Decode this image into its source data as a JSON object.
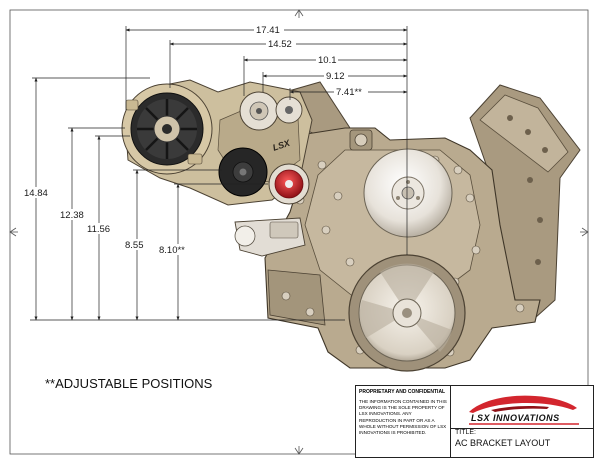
{
  "dimensions": {
    "horizontal": [
      "17.41",
      "14.52",
      "10.1",
      "9.12",
      "7.41**"
    ],
    "vertical": [
      "14.84",
      "12.38",
      "11.56",
      "8.55",
      "8.10**"
    ]
  },
  "engine": {
    "badge_text": "LSX"
  },
  "note": "**ADJUSTABLE POSITIONS",
  "title_block": {
    "heading": "PROPRIETARY AND CONFIDENTIAL",
    "body": "THE INFORMATION CONTAINED IN THIS DRAWING IS THE SOLE PROPERTY OF LSX INNOVATIONS. ANY REPRODUCTION IN PART OR AS A WHOLE WITHOUT PERMISSION OF LSX INNOVATIONS IS PROHIBITED.",
    "brand": "LSX INNOVATIONS",
    "title_label": "TITLE:",
    "title_value": "AC BRACKET LAYOUT"
  },
  "colors": {
    "block": "#b6a78c",
    "block_dark": "#7a6c57",
    "pulley_red": "#c8202a",
    "logo_red": "#d3262e",
    "ac_dark": "#2b2b2b"
  }
}
